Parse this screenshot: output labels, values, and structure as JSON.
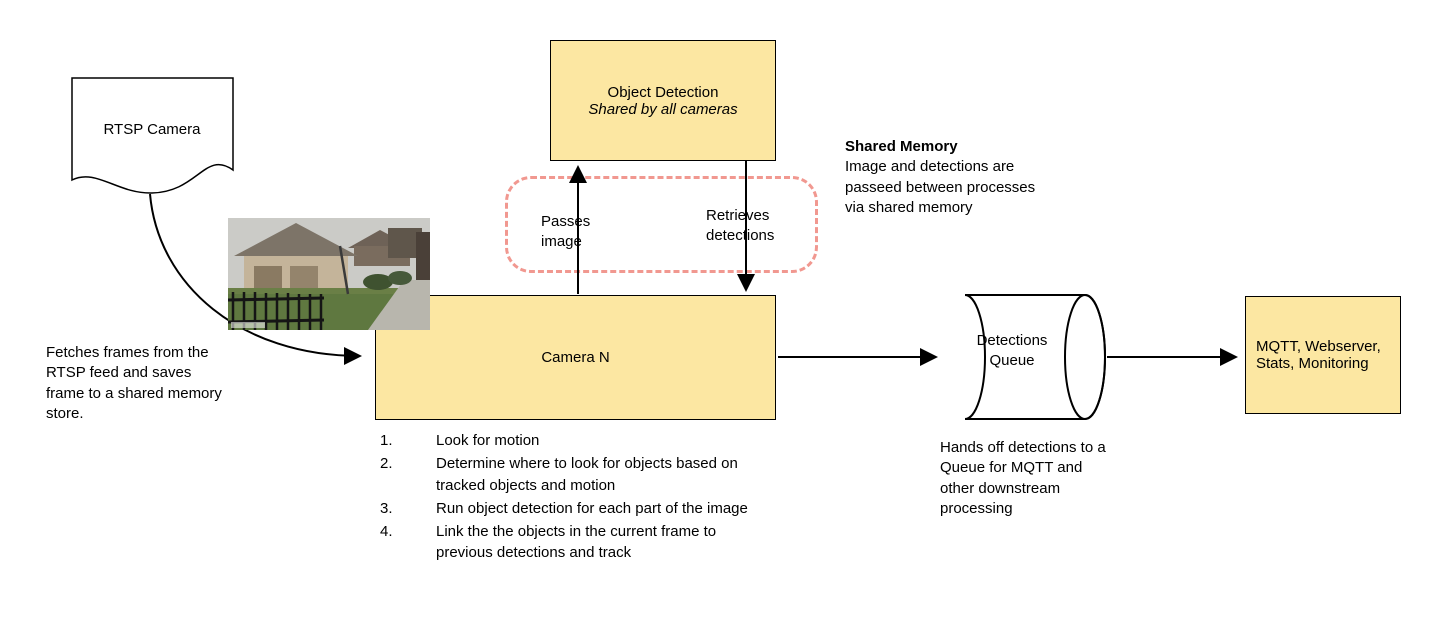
{
  "diagram": {
    "rtsp_camera": {
      "label": "RTSP Camera"
    },
    "fetch_note": "Fetches frames from the RTSP feed and saves frame to a shared memory store.",
    "object_detection": {
      "title": "Object Detection",
      "subtitle": "Shared by all cameras"
    },
    "shared_memory": {
      "title": "Shared Memory",
      "body": "Image and detections are passeed between processes via shared memory"
    },
    "passes_image_label": "Passes image",
    "retrieves_detections_label": "Retrieves detections",
    "camera_n": {
      "label": "Camera N",
      "steps": [
        {
          "num": "1.",
          "text": "Look for motion"
        },
        {
          "num": "2.",
          "text": "Determine where to look for objects based on tracked objects and motion"
        },
        {
          "num": "3.",
          "text": "Run object detection for each part of the image"
        },
        {
          "num": "4.",
          "text": "Link the the objects in the current frame to previous detections and track"
        }
      ]
    },
    "detections_queue": {
      "label": "Detections Queue",
      "note": "Hands off detections to a Queue for MQTT and other downstream processing"
    },
    "outputs": {
      "label": "MQTT, Webserver, Stats, Monitoring"
    }
  },
  "colors": {
    "box_fill": "#FCE7A2",
    "dashed_border": "#F19890",
    "arrow": "#000000"
  },
  "icons": {
    "camera_feed_image": "camera-feed-photo",
    "rtsp_document_shape": "document-shape",
    "detections_queue_shape": "horizontal-cylinder"
  }
}
